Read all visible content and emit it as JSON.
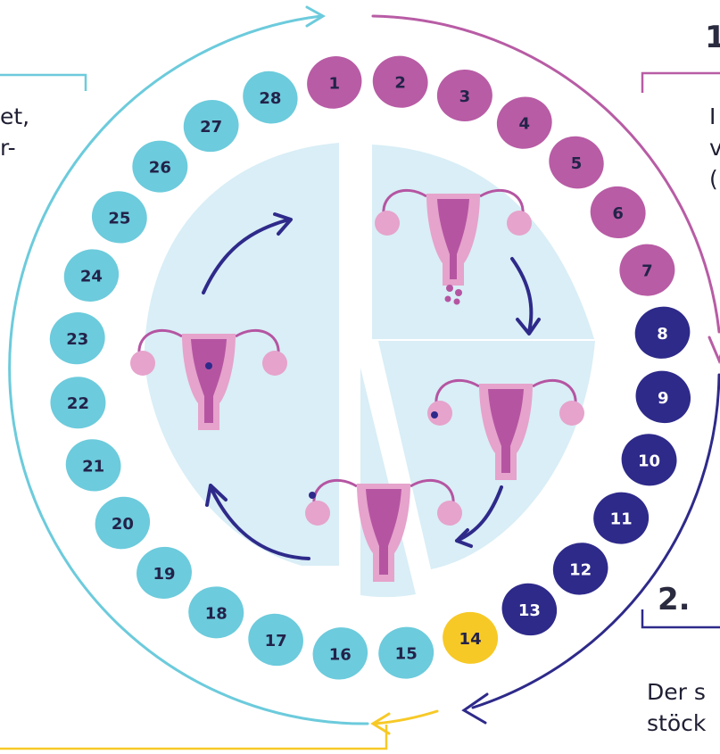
{
  "colors": {
    "menstruation": "#b85ca5",
    "follicular": "#2e2a8a",
    "ovulation": "#f7c926",
    "luteal": "#6ccbdc",
    "panel_fill": "#d9eef6",
    "organ_pink": "#e6a3cc",
    "organ_dark": "#b555a2",
    "arrow_navy": "#2e2a8a",
    "day_text_dark": "#23234a",
    "day_text_light": "#ffffff"
  },
  "cycle": {
    "days": [
      {
        "label": "1",
        "phase": "menstruation"
      },
      {
        "label": "2",
        "phase": "menstruation"
      },
      {
        "label": "3",
        "phase": "menstruation"
      },
      {
        "label": "4",
        "phase": "menstruation"
      },
      {
        "label": "5",
        "phase": "menstruation"
      },
      {
        "label": "6",
        "phase": "menstruation"
      },
      {
        "label": "7",
        "phase": "menstruation"
      },
      {
        "label": "8",
        "phase": "follicular"
      },
      {
        "label": "9",
        "phase": "follicular"
      },
      {
        "label": "10",
        "phase": "follicular"
      },
      {
        "label": "11",
        "phase": "follicular"
      },
      {
        "label": "12",
        "phase": "follicular"
      },
      {
        "label": "13",
        "phase": "follicular"
      },
      {
        "label": "14",
        "phase": "ovulation"
      },
      {
        "label": "15",
        "phase": "luteal"
      },
      {
        "label": "16",
        "phase": "luteal"
      },
      {
        "label": "17",
        "phase": "luteal"
      },
      {
        "label": "18",
        "phase": "luteal"
      },
      {
        "label": "19",
        "phase": "luteal"
      },
      {
        "label": "20",
        "phase": "luteal"
      },
      {
        "label": "21",
        "phase": "luteal"
      },
      {
        "label": "22",
        "phase": "luteal"
      },
      {
        "label": "23",
        "phase": "luteal"
      },
      {
        "label": "24",
        "phase": "luteal"
      },
      {
        "label": "25",
        "phase": "luteal"
      },
      {
        "label": "26",
        "phase": "luteal"
      },
      {
        "label": "27",
        "phase": "luteal"
      },
      {
        "label": "28",
        "phase": "luteal"
      }
    ]
  },
  "text_fragments": {
    "left_line1": "et,",
    "left_line2": "r-",
    "right_line1": "I",
    "right_line2": "v",
    "right_line3": "(",
    "right_top_number": "1",
    "phase_number_2": "2.",
    "bottom_line1": "Der s",
    "bottom_line2": "stöck"
  }
}
